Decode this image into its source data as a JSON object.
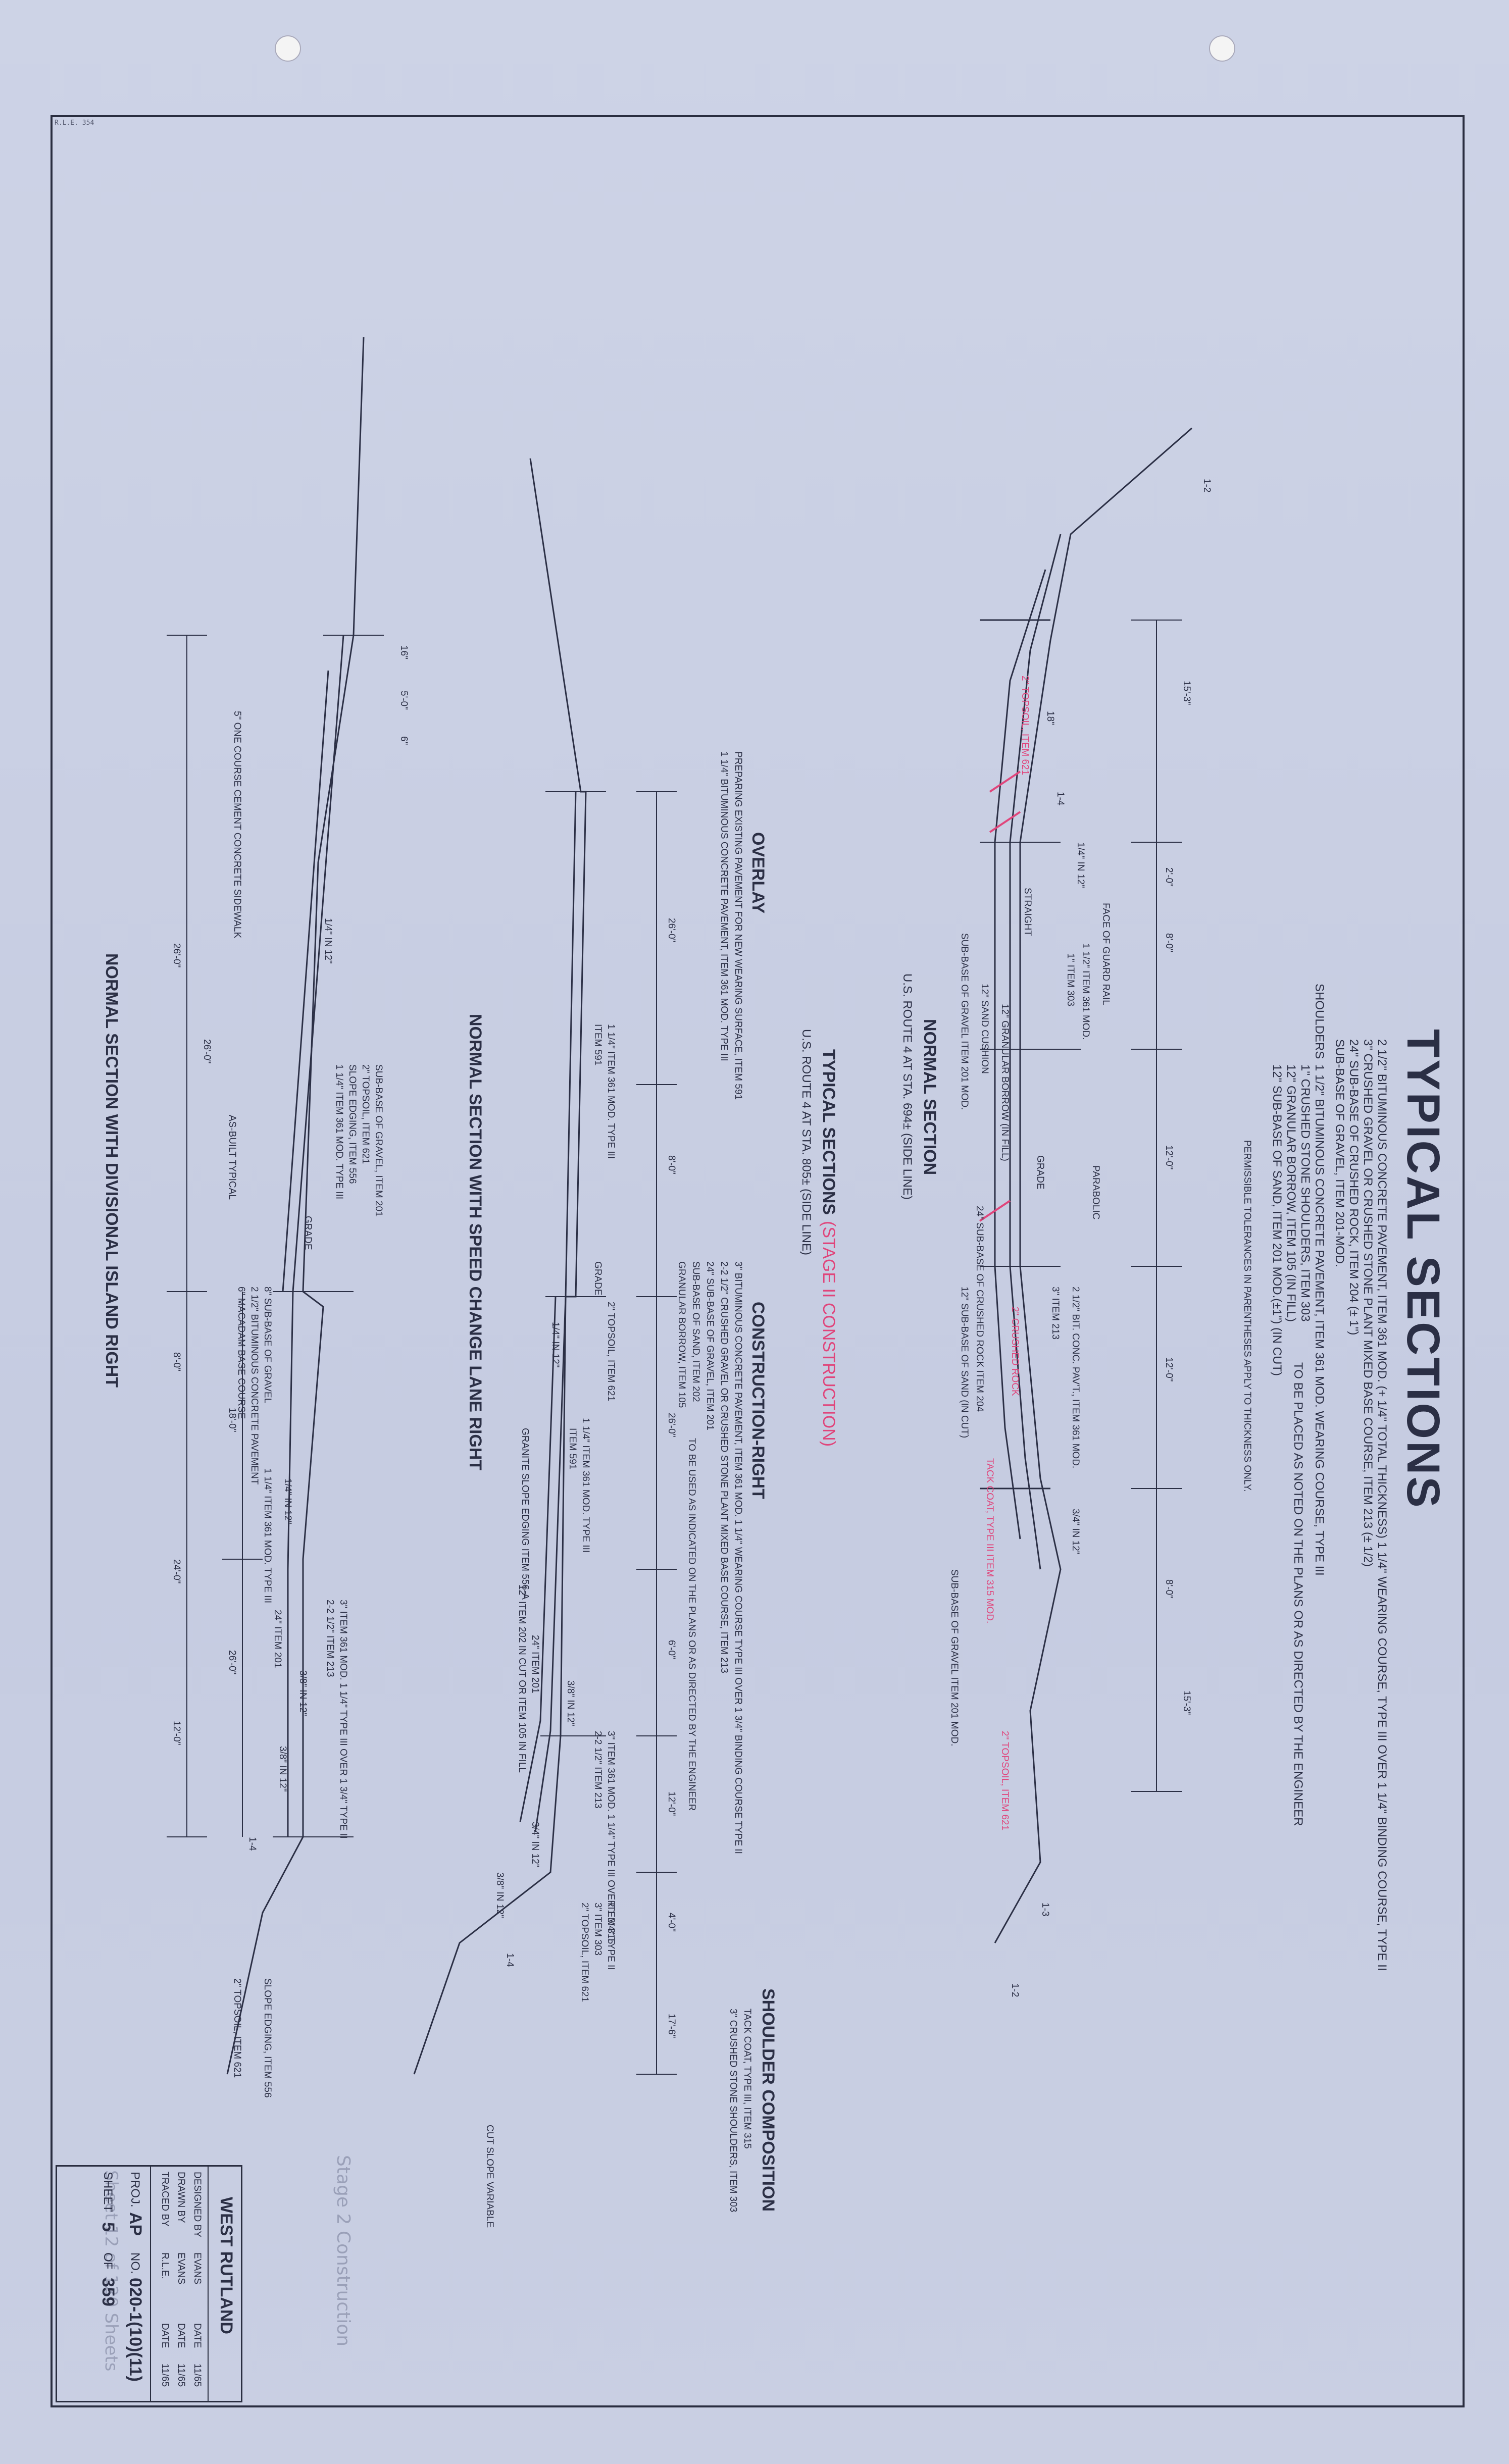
{
  "header": {
    "title": "TYPICAL SECTIONS",
    "pavement_lines": [
      "2 1/2\"  BITUMINOUS CONCRETE PAVEMENT, ITEM 361 MOD. (+ 1/4\" TOTAL THICKNESS) 1 1/4\" WEARING COURSE, TYPE III OVER 1 1/4\" BINDING COURSE, TYPE II",
      "3\"  CRUSHED GRAVEL OR CRUSHED STONE PLANT MIXED BASE COURSE, ITEM 213 (± 1/2)",
      "24\"  SUB-BASE OF CRUSHED ROCK, ITEM 204 (± 1\")",
      "SUB-BASE OF GRAVEL, ITEM 201-MOD."
    ],
    "shoulders_label": "SHOULDERS",
    "shoulder_lines": [
      "1 1/2\" BITUMINOUS CONCRETE PAVEMENT, ITEM 361 MOD. WEARING COURSE, TYPE III",
      "1\" CRUSHED STONE SHOULDERS, ITEM 303",
      "12\" GRANULAR BORROW, ITEM 105 (IN FILL)",
      "12\" SUB-BASE OF SAND, ITEM 201 MOD.(±1\") (IN CUT)"
    ],
    "shoulder_note": "TO BE PLACED AS NOTED ON THE PLANS OR AS DIRECTED BY THE ENGINEER",
    "tolerance_note": "PERMISSIBLE TOLERANCES IN PARENTHESES APPLY TO THICKNESS ONLY."
  },
  "normal_section": {
    "title": "NORMAL SECTION",
    "subtitle": "U.S. ROUTE 4 AT STA. 694± (SIDE LINE)",
    "labels": [
      "FACE OF GUARD RAIL",
      "PARABOLIC",
      "GRADE",
      "STRAIGHT",
      "1-2",
      "1-4",
      "1-3",
      "1-2",
      "18\"",
      "3/4\" IN 12\"",
      "1/4\" IN 12\"",
      "1 1/2\" ITEM 361 MOD.",
      "1\" ITEM 303",
      "12\" GRANULAR BORROW (IN FILL)",
      "12\" SAND CUSHION",
      "SUB-BASE OF GRAVEL ITEM 201 MOD.",
      "2 1/2\" BIT. CONC. PAV'T., ITEM 361 MOD.",
      "3\" ITEM 213",
      "24\" SUB-BASE OF CRUSHED ROCK ITEM 204",
      "12\" SUB-BASE OF SAND (IN CUT)",
      "SUB-BASE OF GRAVEL ITEM 201 MOD."
    ],
    "dims": [
      "15'-3\"",
      "2'-0\"",
      "8'-0\"",
      "12'-0\"",
      "12'-0\"",
      "8'-0\"",
      "15'-3\""
    ],
    "red_notes": [
      "2\" TOPSOIL, ITEM 621",
      "TACK COAT, TYPE III ITEM 315 MOD.",
      "2\" TOPSOIL, ITEM 621",
      "2\" CRUSHED ROCK"
    ]
  },
  "typical_sections": {
    "title": "TYPICAL SECTIONS",
    "red_note": "(STAGE II CONSTRUCTION)",
    "subtitle": "U.S. ROUTE 4 AT STA. 805± (SIDE LINE)"
  },
  "overlay": {
    "title": "OVERLAY",
    "lines": [
      "PREPARING EXISTING PAVEMENT FOR NEW WEARING SURFACE, ITEM 591",
      "1 1/4\" BITUMINOUS CONCRETE PAVEMENT, ITEM 361 MOD. TYPE III"
    ]
  },
  "construction_right": {
    "title": "CONSTRUCTION-RIGHT",
    "lines": [
      "3\"  BITUMINOUS CONCRETE PAVEMENT, ITEM 361 MOD. 1 1/4\" WEARING COURSE TYPE III OVER 1 3/4\" BINDING COURSE TYPE II",
      "2-2 1/2\" CRUSHED GRAVEL OR CRUSHED STONE PLANT MIXED BASE COURSE, ITEM 213",
      "24\"  SUB-BASE OF GRAVEL, ITEM 201",
      "SUB-BASE OF SAND, ITEM 202",
      "GRANULAR BORROW, ITEM 105"
    ],
    "note": "TO BE USED AS INDICATED ON THE PLANS OR AS DIRECTED BY THE ENGINEER"
  },
  "shoulder_composition": {
    "title": "SHOULDER COMPOSITION",
    "lines": [
      "TACK COAT, TYPE III, ITEM 315",
      "3\" CRUSHED STONE SHOULDERS, ITEM 303"
    ]
  },
  "speed_change": {
    "title": "NORMAL SECTION WITH SPEED CHANGE LANE RIGHT",
    "labels": [
      "1 1/4\" ITEM 361 MOD. TYPE III",
      "ITEM 591",
      "GRADE",
      "2\" TOPSOIL, ITEM 621",
      "1/4\" IN 12\"",
      "GRANITE SLOPE EDGING ITEM 556-A",
      "1 1/4\" ITEM 361 MOD. TYPE III",
      "ITEM 591",
      "24\" ITEM 201",
      "12\" ITEM 202 IN CUT OR ITEM 105 IN FILL",
      "3\" ITEM 361 MOD. 1 1/4\" TYPE III OVER 1 3/4\" TYPE II",
      "2-2 1/2\" ITEM 213",
      "3/8\" IN 12\"",
      "3/4\" IN 12\"",
      "ITEM 315",
      "3\" ITEM 303",
      "2\" TOPSOIL, ITEM 621",
      "1-4",
      "CUT SLOPE VARIABLE",
      "3/8\" IN 12\""
    ],
    "dims": [
      "26'-0\"",
      "8'-0\"",
      "26'-0\"",
      "6'-0\"",
      "12'-0\"",
      "4'-0\"",
      "17'-6\""
    ]
  },
  "divisional_island": {
    "title": "NORMAL SECTION WITH DIVISIONAL ISLAND RIGHT",
    "labels": [
      "5\" ONE COURSE CEMENT CONCRETE SIDEWALK",
      "1/4\" IN 12\"",
      "AS-BUILT TYPICAL",
      "SUB-BASE OF GRAVEL, ITEM 201",
      "2\" TOPSOIL, ITEM 621",
      "SLOPE EDGING, ITEM 556",
      "1 1/4\" ITEM 361 MOD. TYPE III",
      "GRADE",
      "8\" SUB-BASE OF GRAVEL",
      "2 1/2\" BITUMINOUS CONCRETE PAVEMENT",
      "6\" MACADAM BASE COURSE",
      "1 1/4\" ITEM 361 MOD. TYPE III",
      "1/4\" IN 12\"",
      "24\" ITEM 201",
      "3\" ITEM 361 MOD. 1 1/4\" TYPE III OVER 1 3/4\" TYPE II",
      "2-2 1/2\" ITEM 213",
      "3/8\" IN 12\"",
      "3/8\" IN 12\"",
      "1-4",
      "2\" TOPSOIL, ITEM 621",
      "SLOPE EDGING, ITEM 556"
    ],
    "dims": [
      "16\"",
      "5'-0\"",
      "6\"",
      "26'-0\"",
      "26'-0\"",
      "8'-0\"",
      "18'-0\"",
      "24'-0\"",
      "26'-0\"",
      "12'-0\""
    ]
  },
  "title_block": {
    "town": "WEST RUTLAND",
    "rows": [
      {
        "role": "DESIGNED BY",
        "name": "EVANS",
        "date_label": "DATE",
        "date": "11/65"
      },
      {
        "role": "DRAWN BY",
        "name": "EVANS",
        "date_label": "DATE",
        "date": "11/65"
      },
      {
        "role": "TRACED BY",
        "name": "R.L.E.",
        "date_label": "DATE",
        "date": "11/65"
      }
    ],
    "proj_label": "PROJ.",
    "proj_value": "AP",
    "no_label": "NO.",
    "no_value": "020-1(10)(11)",
    "sheet_label": "SHEET",
    "sheet_value": "5",
    "of_label": "OF",
    "of_value": "359"
  },
  "pencil_notes": {
    "stage": "Stage 2 Construction",
    "sheet": "Sheet 12 of 120 Sheets"
  },
  "corner_tag": "R.L.E. 354"
}
